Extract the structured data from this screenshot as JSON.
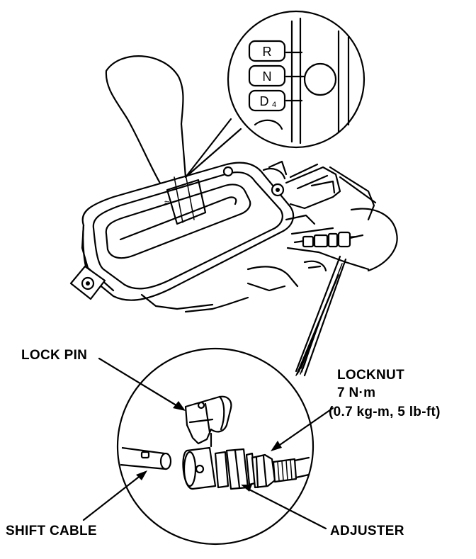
{
  "gear_positions": {
    "r": "R",
    "n": "N",
    "d4_main": "D",
    "d4_sub": "4"
  },
  "labels": {
    "lock_pin": "LOCK PIN",
    "locknut_title": "LOCKNUT",
    "locknut_torque": "7 N·m",
    "locknut_torque_alt": "(0.7 kg-m, 5 lb-ft)",
    "shift_cable": "SHIFT CABLE",
    "adjuster": "ADJUSTER"
  }
}
